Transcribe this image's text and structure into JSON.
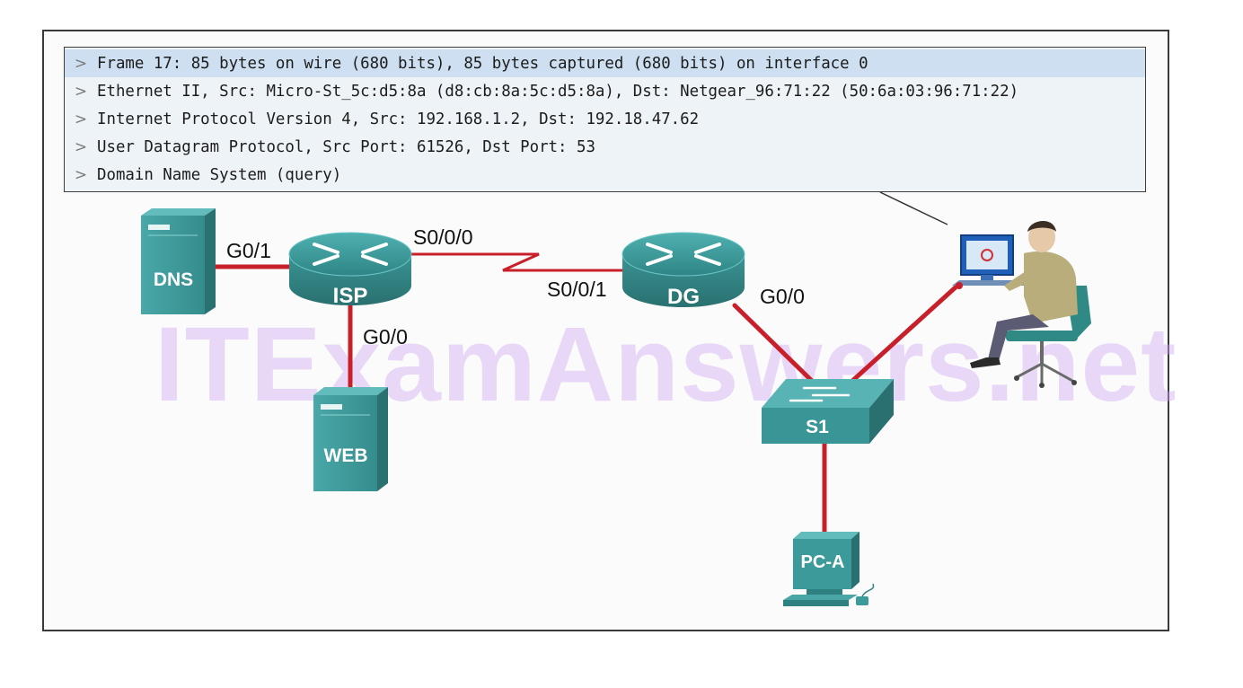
{
  "packet_details": {
    "rows": [
      {
        "text": "Frame 17: 85 bytes on wire (680 bits), 85 bytes captured (680 bits) on interface 0",
        "selected": true
      },
      {
        "text": "Ethernet II, Src: Micro-St_5c:d5:8a (d8:cb:8a:5c:d5:8a), Dst: Netgear_96:71:22 (50:6a:03:96:71:22)",
        "selected": false
      },
      {
        "text": "Internet Protocol Version 4, Src: 192.168.1.2, Dst: 192.18.47.62",
        "selected": false
      },
      {
        "text": "User Datagram Protocol, Src Port: 61526, Dst Port: 53",
        "selected": false
      },
      {
        "text": "Domain Name System (query)",
        "selected": false
      }
    ],
    "expander_glyph": ">"
  },
  "watermark": "ITExamAnswers.net",
  "devices": {
    "dns": "DNS",
    "isp": "ISP",
    "web": "WEB",
    "dg": "DG",
    "s1": "S1",
    "pca": "PC-A"
  },
  "interfaces": {
    "isp_g01": "G0/1",
    "isp_s000": "S0/0/0",
    "isp_g00": "G0/0",
    "dg_s001": "S0/0/1",
    "dg_g00": "G0/0"
  },
  "colors": {
    "link": "#c8202a",
    "device_teal": "#3f9c9c",
    "device_teal_dark": "#2d7676",
    "selected_row": "#cddff0",
    "pane_bg": "#edf3f7"
  }
}
